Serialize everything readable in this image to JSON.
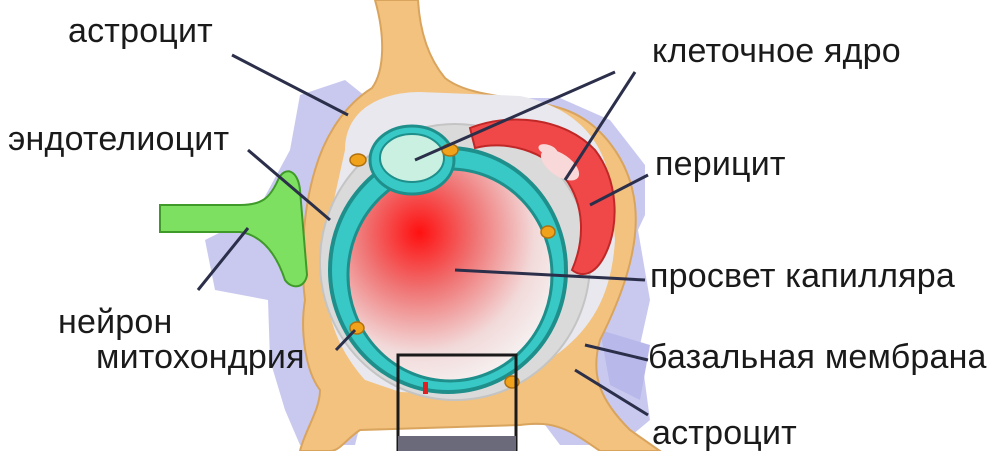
{
  "diagram": {
    "labels": {
      "astrocyte_top": "астроцит",
      "nucleus": "клеточное ядро",
      "endotheliocyte": "эндотелиоцит",
      "pericyte": "перицит",
      "lumen": "просвет капилляра",
      "neuron": "нейрон",
      "mitochondria": "митохондрия",
      "basal_membrane": "базальная мембрана",
      "astrocyte_bottom": "астроцит"
    },
    "colors": {
      "astrocyte": "#f2c27e",
      "astrocyte_edge": "#d9a45e",
      "background_tissue": "#c9c9f0",
      "endothelium": "#38c8c6",
      "endothelium_edge": "#1f8f8c",
      "nucleus": "#c9f0e0",
      "lumen_center": "#ff1a1a",
      "lumen_edge": "#f4f0f0",
      "pericyte": "#f04848",
      "neuron": "#7ee060",
      "mitochondria": "#f0a21a",
      "membrane": "#d8d8d8"
    }
  }
}
